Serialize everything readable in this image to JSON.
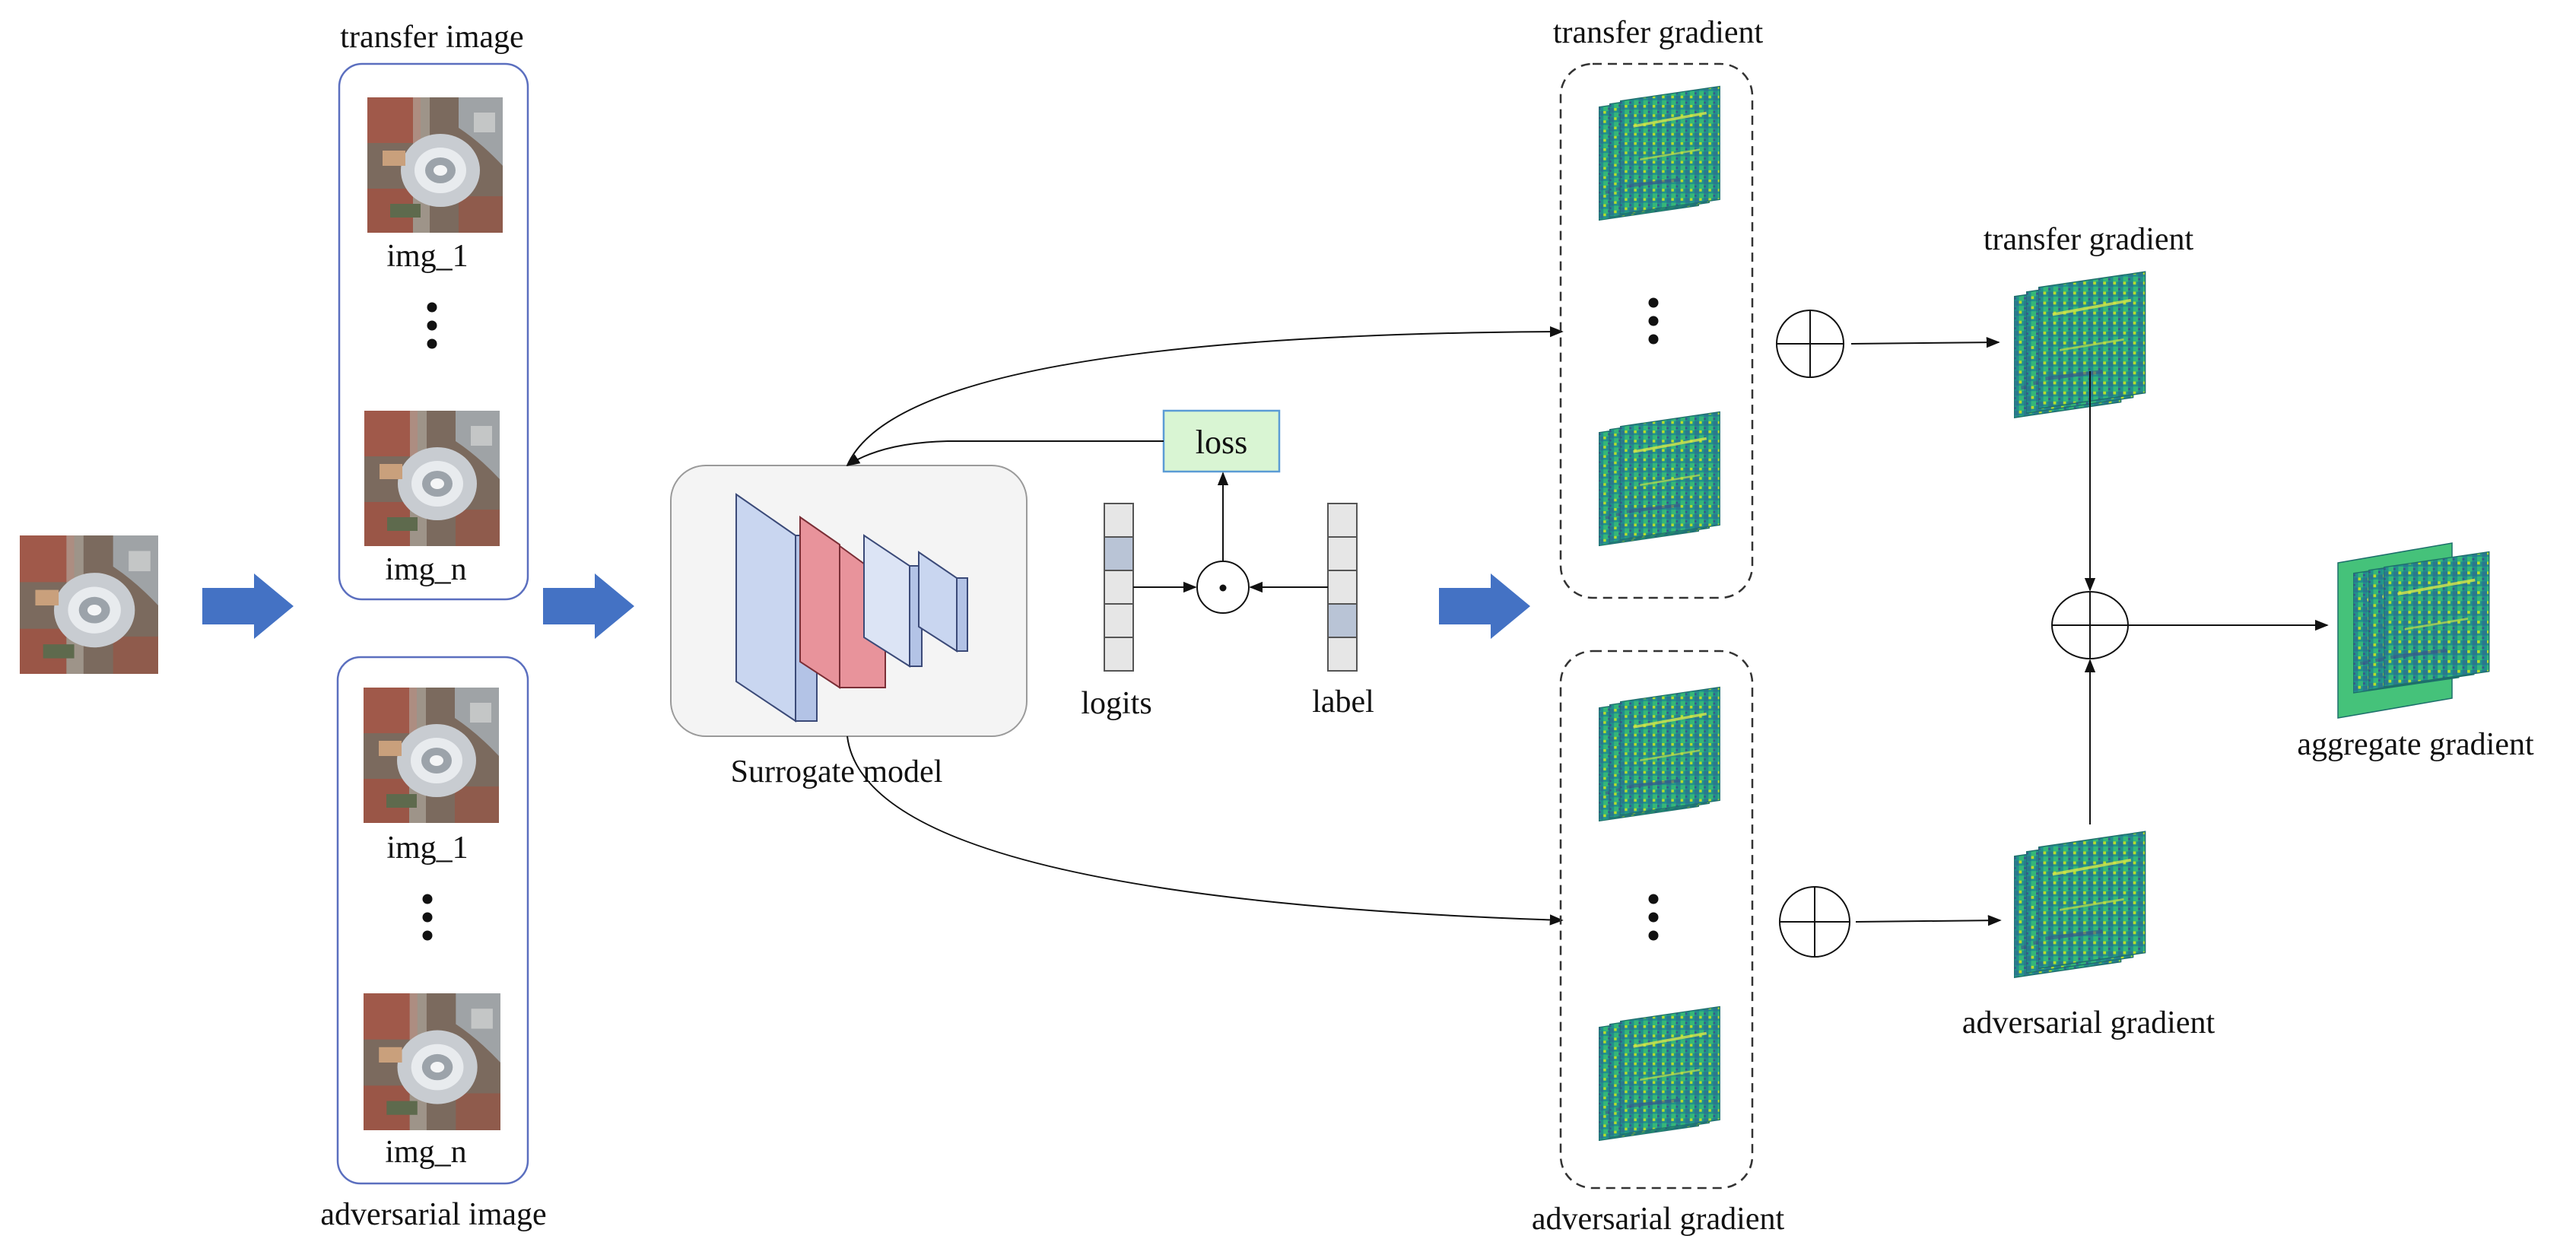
{
  "labels": {
    "transfer_image": "transfer  image",
    "adversarial_image": "adversarial image",
    "img_1": "img_1",
    "img_n": "img_n",
    "surrogate_model": "Surrogate model",
    "loss": "loss",
    "logits": "logits",
    "label": "label",
    "transfer_gradient": "transfer  gradient",
    "adversarial_gradient": "adversarial gradient",
    "aggregate_gradient": "aggregate  gradient",
    "dot_operator": "·"
  },
  "colors": {
    "flow_arrow": "#4472C4",
    "group_border": "#5B6FBF",
    "loss_fill": "#D9F5D3",
    "loss_border": "#5B9BD5",
    "model_layer": "#C9D6F0",
    "model_layer_highlight": "#E8939B",
    "model_panel": "#F4F4F4",
    "vector_shaded": "#B9C4D6",
    "vector_plain": "#E6E6E6",
    "gradient_low": "#2E5F8A",
    "gradient_mid": "#21918C",
    "gradient_high": "#B5DE2B",
    "aggregate_band": "#45C27A"
  },
  "icons": {
    "plus": "circle-plus-icon",
    "dot": "circle-dot-icon",
    "arrow": "block-arrow-right-icon"
  }
}
